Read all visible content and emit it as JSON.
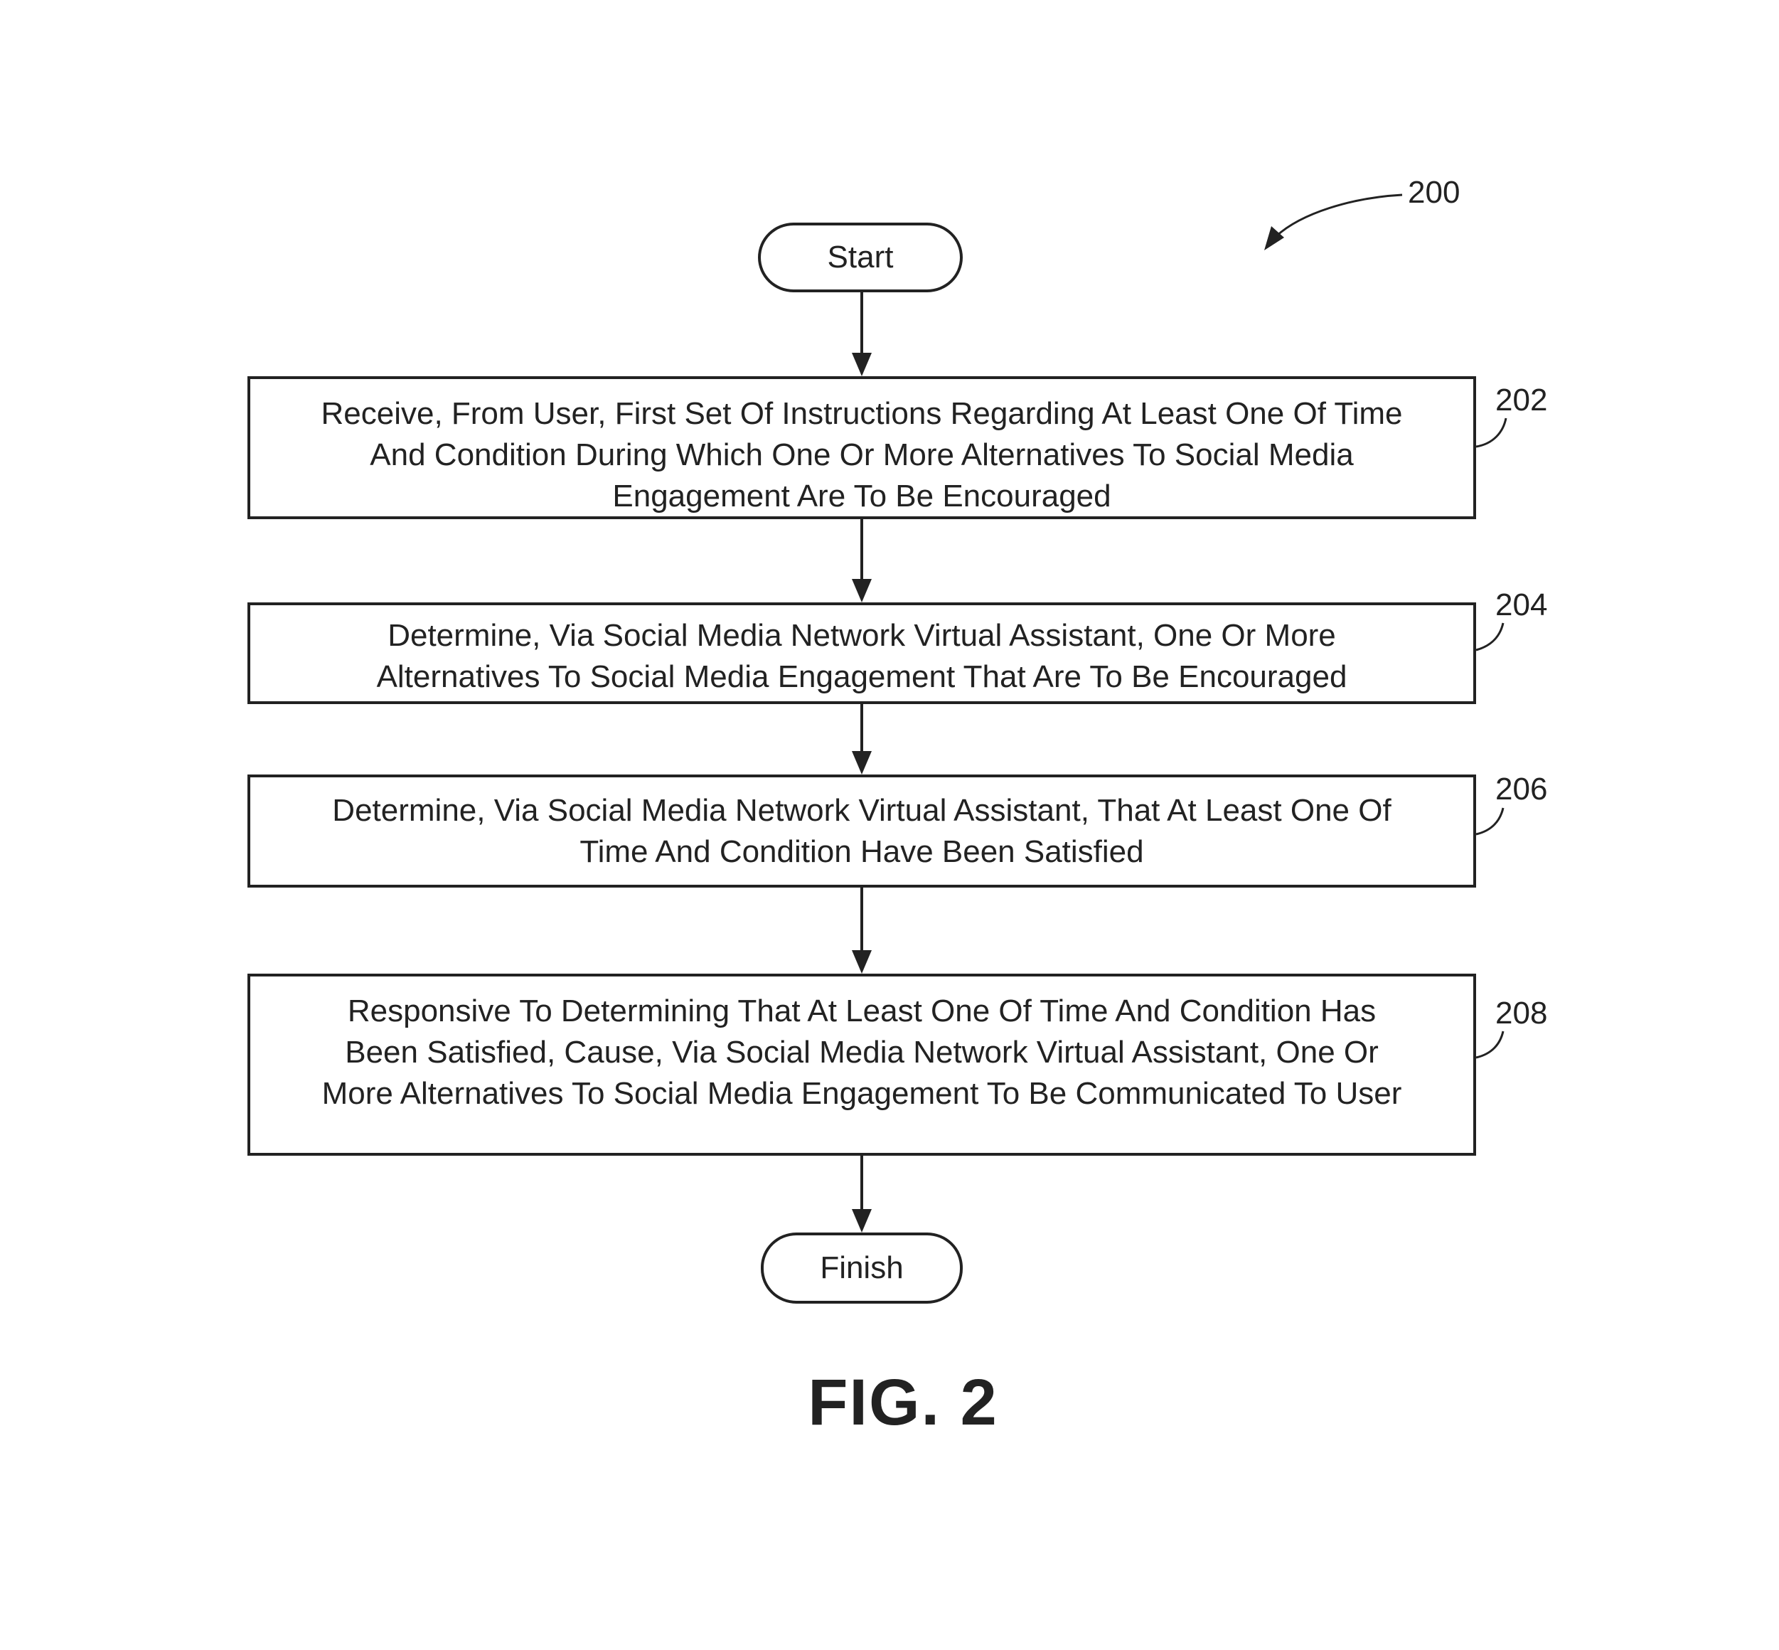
{
  "figure": {
    "ref_number": "200",
    "caption": "FIG. 2"
  },
  "start": {
    "label": "Start"
  },
  "finish": {
    "label": "Finish"
  },
  "steps": [
    {
      "ref": "202",
      "lines": [
        "Receive, From User, First Set Of Instructions Regarding At Least One Of Time",
        "And Condition During Which One Or More Alternatives To Social Media",
        "Engagement Are To Be Encouraged"
      ]
    },
    {
      "ref": "204",
      "lines": [
        "Determine, Via Social Media Network Virtual Assistant, One Or More",
        "Alternatives To Social Media Engagement That Are To Be Encouraged"
      ]
    },
    {
      "ref": "206",
      "lines": [
        "Determine, Via Social Media Network Virtual Assistant, That At Least One Of",
        "Time And Condition Have Been Satisfied"
      ]
    },
    {
      "ref": "208",
      "lines": [
        "Responsive To Determining That At Least One Of Time And Condition Has",
        "Been Satisfied, Cause, Via Social Media Network Virtual Assistant, One Or",
        "More Alternatives To Social Media Engagement To Be Communicated To User"
      ]
    }
  ]
}
